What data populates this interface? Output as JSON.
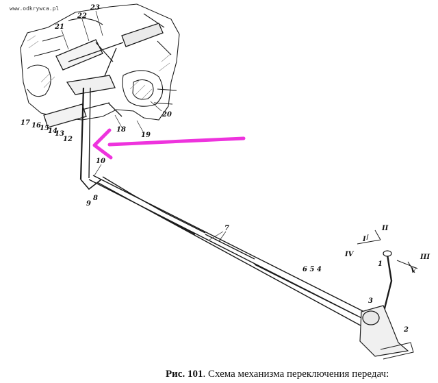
{
  "watermark": "www.odkrywca.pl",
  "caption": {
    "fig": "Рис. 101",
    "text": ". Схема механизма переключения передач:"
  },
  "labels": [
    {
      "id": "21",
      "text": "21"
    },
    {
      "id": "22",
      "text": "22"
    },
    {
      "id": "23",
      "text": "23"
    },
    {
      "id": "20",
      "text": "20"
    },
    {
      "id": "17",
      "text": "17"
    },
    {
      "id": "16",
      "text": "16"
    },
    {
      "id": "15",
      "text": "15"
    },
    {
      "id": "14",
      "text": "14"
    },
    {
      "id": "13",
      "text": "13"
    },
    {
      "id": "12",
      "text": "12"
    },
    {
      "id": "18",
      "text": "18"
    },
    {
      "id": "19",
      "text": "19"
    },
    {
      "id": "10",
      "text": "10"
    },
    {
      "id": "9",
      "text": "9"
    },
    {
      "id": "8",
      "text": "8"
    },
    {
      "id": "7",
      "text": "7"
    },
    {
      "id": "654",
      "text": "6 5 4"
    },
    {
      "id": "3",
      "text": "3"
    },
    {
      "id": "2",
      "text": "2"
    },
    {
      "id": "1",
      "text": "1"
    },
    {
      "id": "I",
      "text": "I"
    },
    {
      "id": "II",
      "text": "II"
    },
    {
      "id": "III",
      "text": "III"
    },
    {
      "id": "IV",
      "text": "IV"
    },
    {
      "id": "V",
      "text": "V"
    }
  ],
  "colors": {
    "arrow": "#ee33dd",
    "ink": "#1a1a1a",
    "gray": "#8a8a8a"
  }
}
